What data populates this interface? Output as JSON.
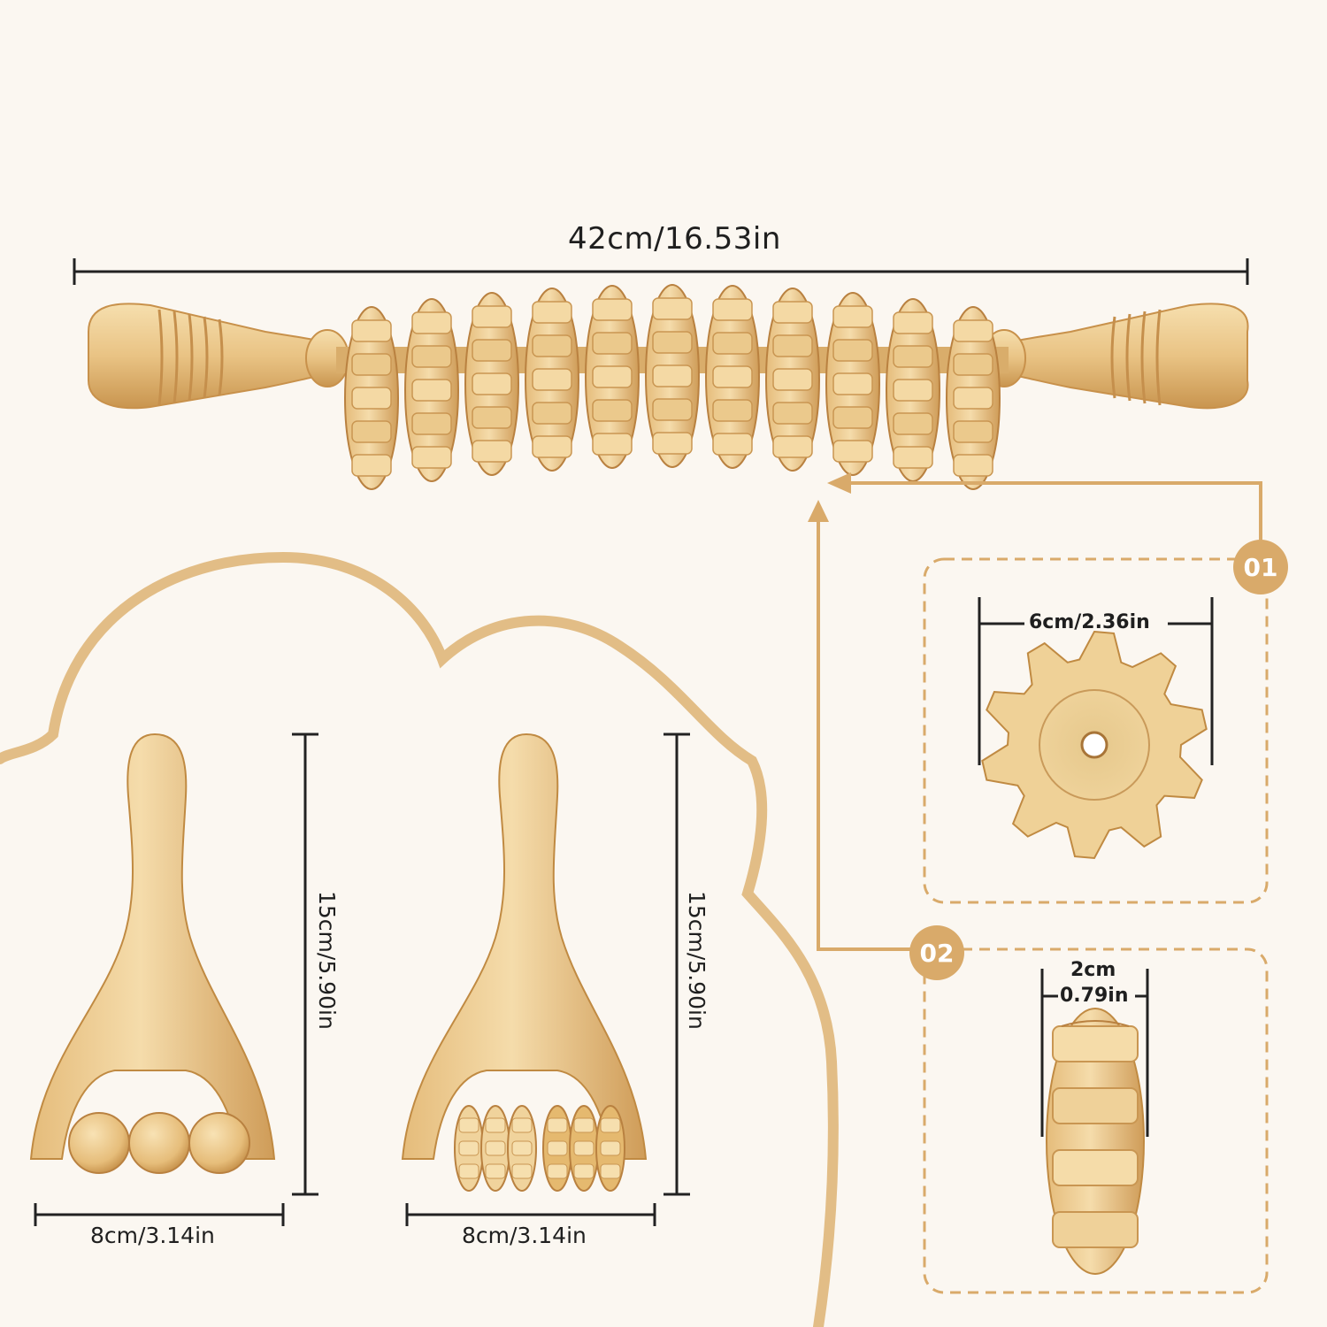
{
  "colors": {
    "background": "#fbf7f1",
    "accent": "#d9aa6a",
    "wood_light": "#f2d7a0",
    "wood_mid": "#e2b873",
    "wood_dark": "#c08a42",
    "ink": "#1f1f1f"
  },
  "main_roller": {
    "length_label": "42cm/16.53in",
    "wheel_count": 11
  },
  "wheel_detail": {
    "badge": "01",
    "diameter_label": "6cm/2.36in"
  },
  "wheel_side_detail": {
    "badge": "02",
    "width_label_top": "2cm",
    "width_label_bottom": "0.79in"
  },
  "hand_rollers": [
    {
      "width_label": "8cm/3.14in",
      "height_label": "15cm/5.90in",
      "roller_type": "three balls"
    },
    {
      "width_label": "8cm/3.14in",
      "height_label": "15cm/5.90in",
      "roller_type": "six gear discs"
    }
  ]
}
